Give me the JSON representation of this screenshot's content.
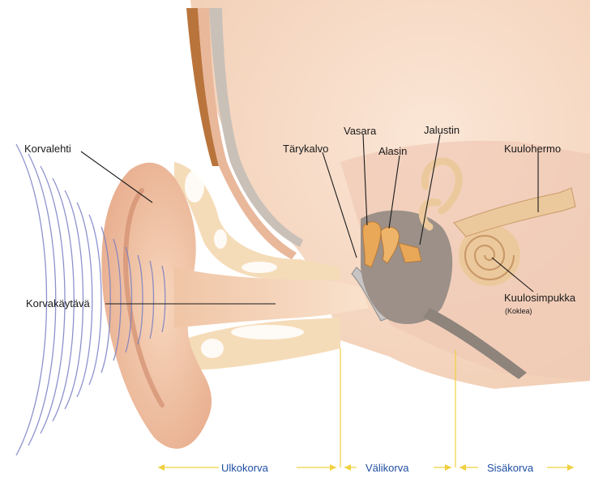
{
  "labels": {
    "korvalehti": "Korvalehti",
    "korvakaytava": "Korvakäytävä",
    "tarykalvo": "Tärykalvo",
    "vasara": "Vasara",
    "alasin": "Alasin",
    "jalustin": "Jalustin",
    "kuulohermo": "Kuulohermo",
    "kuulosimpukka": "Kuulosimpukka",
    "koklea": "(Koklea)"
  },
  "sections": {
    "ulkokorva": "Ulkokorva",
    "valikorva": "Välikorva",
    "sisakorva": "Sisäkorva"
  },
  "colors": {
    "skin": "#f2c7a4",
    "skin_dark": "#d99a78",
    "canal": "#f6d8bf",
    "bone": "#f5dcb8",
    "hair": "#b9743c",
    "ossicle": "#e8a858",
    "middle_ear": "#9c9088",
    "cochlea": "#ecc99c",
    "sound_wave": "#7a7fc4",
    "divider": "#f0d040",
    "section_text": "#1f4fa3"
  }
}
